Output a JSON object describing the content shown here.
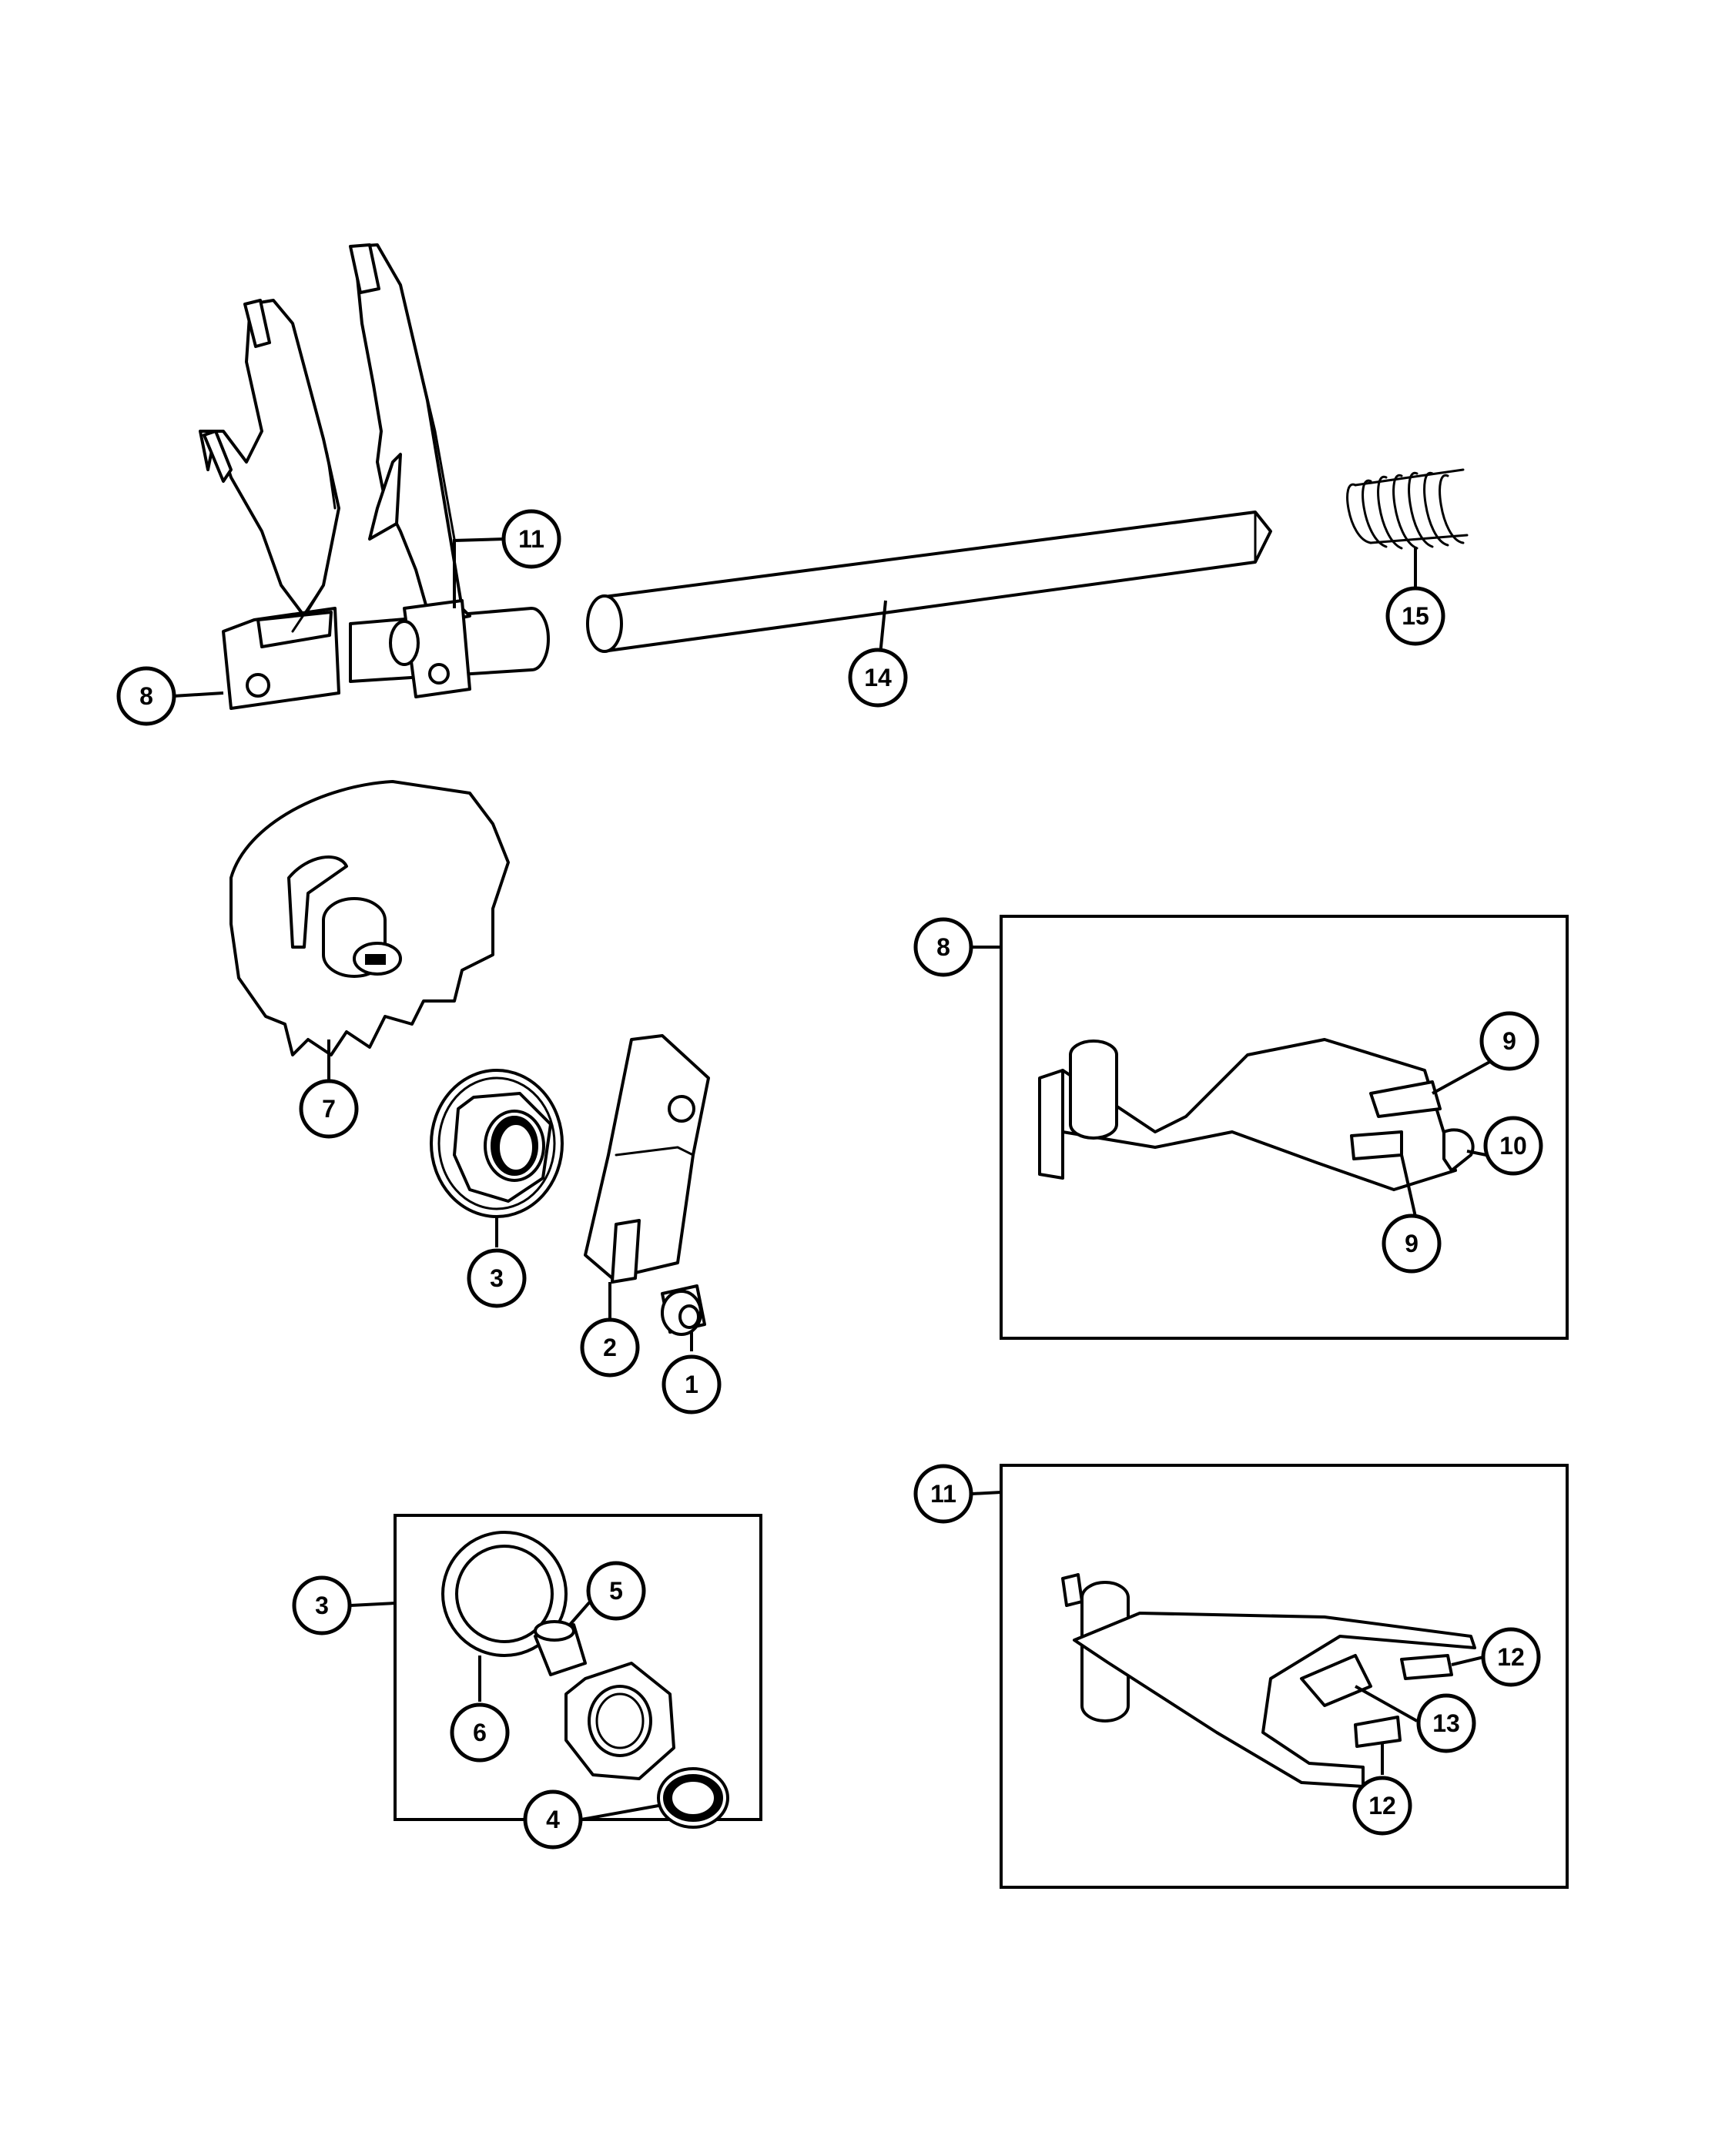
{
  "callouts": {
    "c1": "1",
    "c2": "2",
    "c3": "3",
    "c3_inset": "3",
    "c4": "4",
    "c5": "5",
    "c6": "6",
    "c7": "7",
    "c8": "8",
    "c8_inset": "8",
    "c9_top": "9",
    "c9_bottom": "9",
    "c10": "10",
    "c11": "11",
    "c11_inset": "11",
    "c12_top": "12",
    "c12_bottom": "12",
    "c13": "13",
    "c14": "14",
    "c15": "15"
  }
}
